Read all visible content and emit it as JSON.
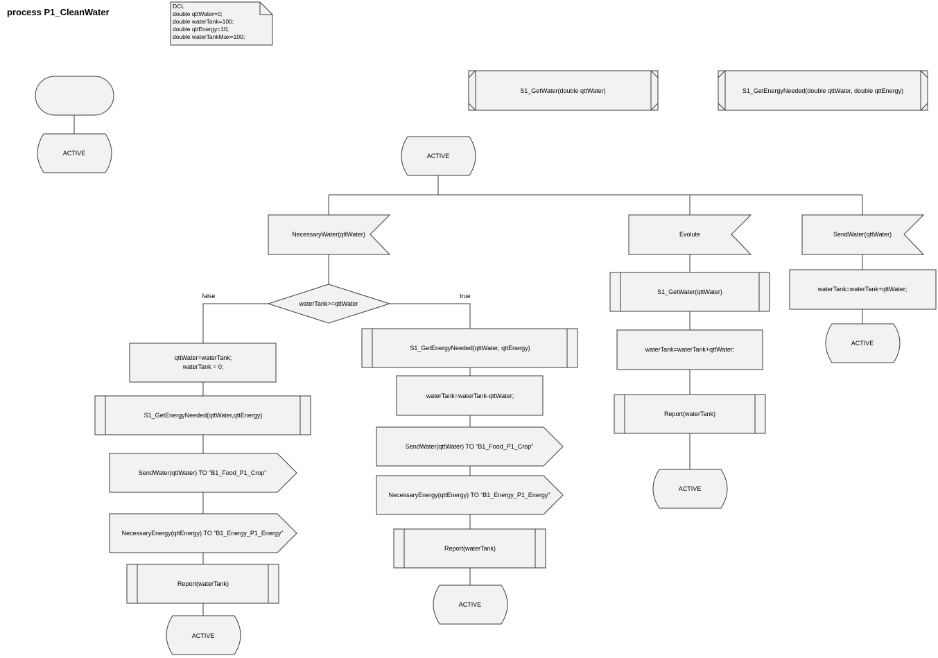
{
  "process": {
    "title": "process P1_CleanWater"
  },
  "declaration": {
    "lines": [
      "DCL",
      "double qttWater=0;",
      "double waterTank=100;",
      "double qttEnergy=10;",
      "double waterTankMax=100;"
    ]
  },
  "procedures": {
    "get_water": "S1_GetWater(double qttWater)",
    "get_energy_needed": "S1_GetEnergyNeeded(double qttWater, double qttEnergy)"
  },
  "start": {
    "state": "ACTIVE"
  },
  "main_state": "ACTIVE",
  "inputs": {
    "necessary_water": "NecessaryWater(qttWater)",
    "evolute": "Evolute",
    "send_water": "SendWater(qttWater)"
  },
  "decision": {
    "condition": "waterTank>=qttWater",
    "false_label": "false",
    "true_label": "true"
  },
  "false_branch": {
    "task_line1": "qttWater=waterTank;",
    "task_line2": "waterTank = 0;",
    "call": "S1_GetEnergyNeeded(qttWater,qttEnergy)",
    "output_water": "SendWater(qttWater) TO “B1_Food_P1_Crop”",
    "output_energy": "NecessaryEnergy(qttEnergy) TO “B1_Energy_P1_Energy”",
    "report": "Report(waterTank)",
    "state": "ACTIVE"
  },
  "true_branch": {
    "call": "S1_GetEnergyNeeded(qttWater, qttEnergy)",
    "task": "waterTank=waterTank-qttWater;",
    "output_water": "SendWater(qttWater) TO “B1_Food_P1_Crop”",
    "output_energy": "NecessaryEnergy(qttEnergy) TO “B1_Energy_P1_Energy”",
    "report": "Report(waterTank)",
    "state": "ACTIVE"
  },
  "evolute_branch": {
    "call": "S1_GetWater(qttWater)",
    "task": "waterTank=waterTank+qttWater;",
    "report": "Report(waterTank)",
    "state": "ACTIVE"
  },
  "send_water_branch": {
    "task": "waterTank=waterTank+qttWater;",
    "state": "ACTIVE"
  }
}
